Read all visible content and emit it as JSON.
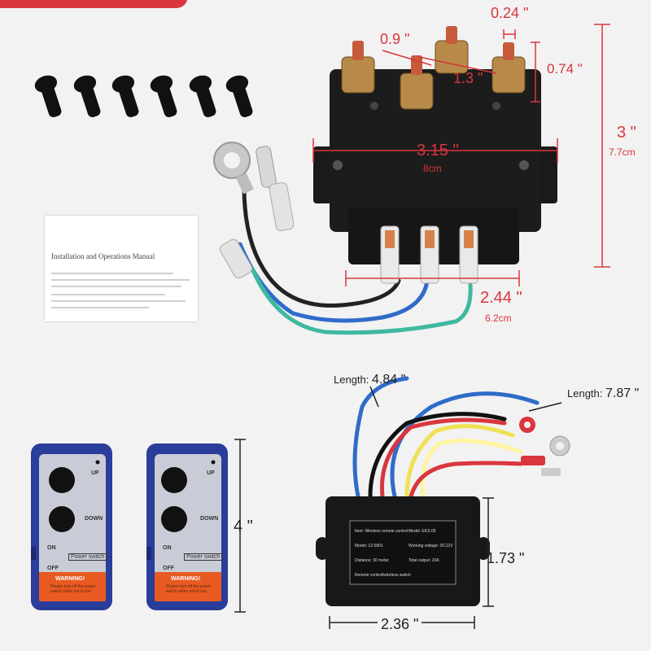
{
  "dimensions": {
    "terminal_gap": "0.9 \"",
    "terminal_small": "0.24 \"",
    "terminal_height": "0.74 \"",
    "terminal_span": "1.3 \"",
    "height_in": "3 \"",
    "height_cm": "7.7cm",
    "width_in": "3.15 \"",
    "width_cm": "8cm",
    "base_in": "2.44 \"",
    "base_cm": "6.2cm",
    "remote_height": "4 \"",
    "box_height": "1.73 \"",
    "box_width": "2.36 \"",
    "length_short_label": "Length:",
    "length_short_value": "4.84 \"",
    "length_long_label": "Length:",
    "length_long_value": "7.87 \""
  },
  "manual": {
    "title": "Installation and Operations Manual"
  },
  "remote": {
    "up": "UP",
    "down": "DOWN",
    "on": "ON",
    "off": "OFF",
    "power_switch": "Power switch",
    "warning": "WARNING!",
    "warning_text": "Please turn off the power switch when not in use"
  },
  "control_box": {
    "row1_left": "Item: Wireless remote control",
    "row1_right": "Model: EKS-05",
    "row2_left": "Model: 12-0901",
    "row2_right": "Working voltage: DC12V",
    "row3_left": "Distance: 30 meter",
    "row3_right": "Total output: 10A",
    "row4_left": "Remote control/wireless switch"
  },
  "colors": {
    "dimension_red": "#d9363e",
    "remote_blue": "#2b3d9a",
    "warning_orange": "#e85a22",
    "contactor_black": "#1c1c1c"
  }
}
